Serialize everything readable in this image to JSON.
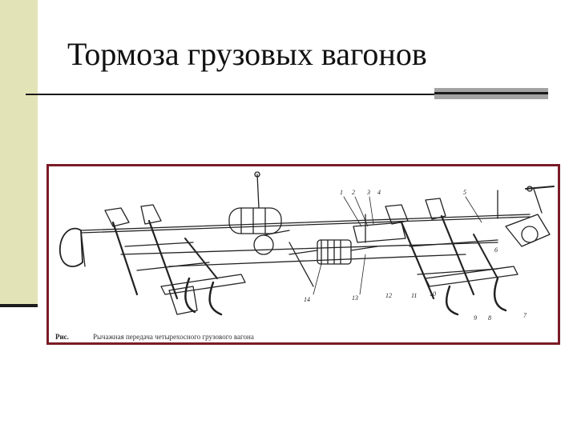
{
  "slide": {
    "title": "Тормоза грузовых вагонов"
  },
  "figure": {
    "caption_prefix": "Рис.",
    "caption_text": "Рычажная передача четырехосного грузового вагона",
    "part_numbers": [
      "1",
      "2",
      "3",
      "4",
      "5",
      "6",
      "7",
      "8",
      "9",
      "10",
      "11",
      "12",
      "13",
      "14"
    ]
  },
  "colors": {
    "accent_band": "#e3e3b8",
    "frame_border": "#7a1c26",
    "rule_grey": "#a3a3a3"
  }
}
